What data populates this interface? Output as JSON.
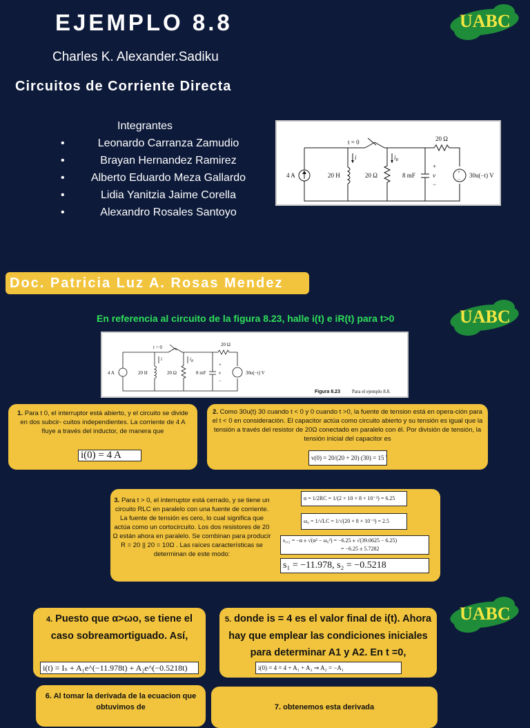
{
  "header": {
    "title": "EJEMPLO 8.8",
    "author": "Charles K. Alexander.Sadiku",
    "subject": "Circuitos de Corriente Directa",
    "logo_text": "UABC"
  },
  "team": {
    "heading": "Integrantes",
    "members": [
      "Leonardo Carranza Zamudio",
      "Brayan Hernandez Ramirez",
      "Alberto Eduardo Meza Gallardo",
      "Lidia Yanitzia Jaime Corella",
      "Alexandro Rosales Santoyo"
    ]
  },
  "teacher": "Doc. Patricia Luz A. Rosas Mendez",
  "question": "En referencia al circuito de la figura 8.23, halle  i(t) e iR(t) para t>0",
  "circuit": {
    "switch": "t = 0",
    "r_top": "20 Ω",
    "source": "4 A",
    "inductor": "20 H",
    "resistor": "20 Ω",
    "cap": "8 mF",
    "v_src": "30u(−t) V",
    "i": "i",
    "ir": "i",
    "ir_sub": "R",
    "v": "v",
    "plus": "+",
    "minus": "−"
  },
  "figure_caption": {
    "label": "Figura 8.23",
    "text": "Para el ejemplo 8.8."
  },
  "steps": {
    "s1": {
      "num": "1.",
      "text": "Para t  0, el interruptor está abierto, y el circuito se divide en dos subcir-\ncuitos independientes. La corriente de 4 A fluye a través del inductor, de manera que",
      "eq": "i(0) = 4 A"
    },
    "s2": {
      "num": "2.",
      "text": "Como 30u(t)  30 cuando t < 0 y 0 cuando t >0, la fuente de tension está en opera-ción para el t < 0 en consideración. El capacitor actúa como circuito abierto y su tensión es igual que la tensión a través del resistor de 20Ω  conectado en paralelo con él. Por división de tensión, la tensión inicial del capacitor es",
      "eq": "v(0) = 20/(20 + 20) (30) = 15 V"
    },
    "s3": {
      "num": "3.",
      "text": "Para t > 0, el interruptor está cerrado, y se tiene un circuito RLC en paralelo con una fuente de corriente. La fuente de tensión es cero, lo cual significa que actúa como un cortocircuito. Los dos resistores de 20 Ω están ahora en paralelo. Se combinan para producir R  = 20 || 20 = 10Ω . Las raíces características se determinan de este modo:",
      "eq1": "α = 1/2RC = 1/(2 × 10 × 8 × 10⁻³) = 6.25",
      "eq2": "ω₀ = 1/√LC = 1/√(20 × 8 × 10⁻³) = 2.5",
      "eq3a": "s₁,₂ = −α ± √(α² − ω₀²) = −6.25 ± √(39.0625 − 6.25)",
      "eq3b": "= −6.25 ± 5.7282",
      "eq4": "s₁ = −11.978,        s₂ = −0.5218"
    },
    "s4": {
      "num": "4.",
      "text": "Puesto que α>ωo, se tiene el caso sobreamortiguado. Así,",
      "eq": "i(t) = Iₛ + A₁e^(−11.978t) + A₂e^(−0.5218t)"
    },
    "s5": {
      "num": "5.",
      "text": "donde is = 4 es el valor final de i(t). Ahora hay que emplear las condiciones iniciales para determinar A1 y A2. En t =0,",
      "eq": "i(0) = 4 = 4 + A₁ + A₂     ⇒     A₂ = −A₁"
    },
    "s6": {
      "num": "6.",
      "text": "Al tomar la derivada de la ecuacion que obtuvimos de"
    },
    "s7": {
      "num": "7.",
      "text": "obtenemos esta derivada"
    }
  },
  "colors": {
    "background": "#0d1a3a",
    "card": "#f2c43d",
    "accent_green": "#2fe05a",
    "logo_green": "#1f8c3a",
    "logo_yellow": "#f4e642"
  }
}
